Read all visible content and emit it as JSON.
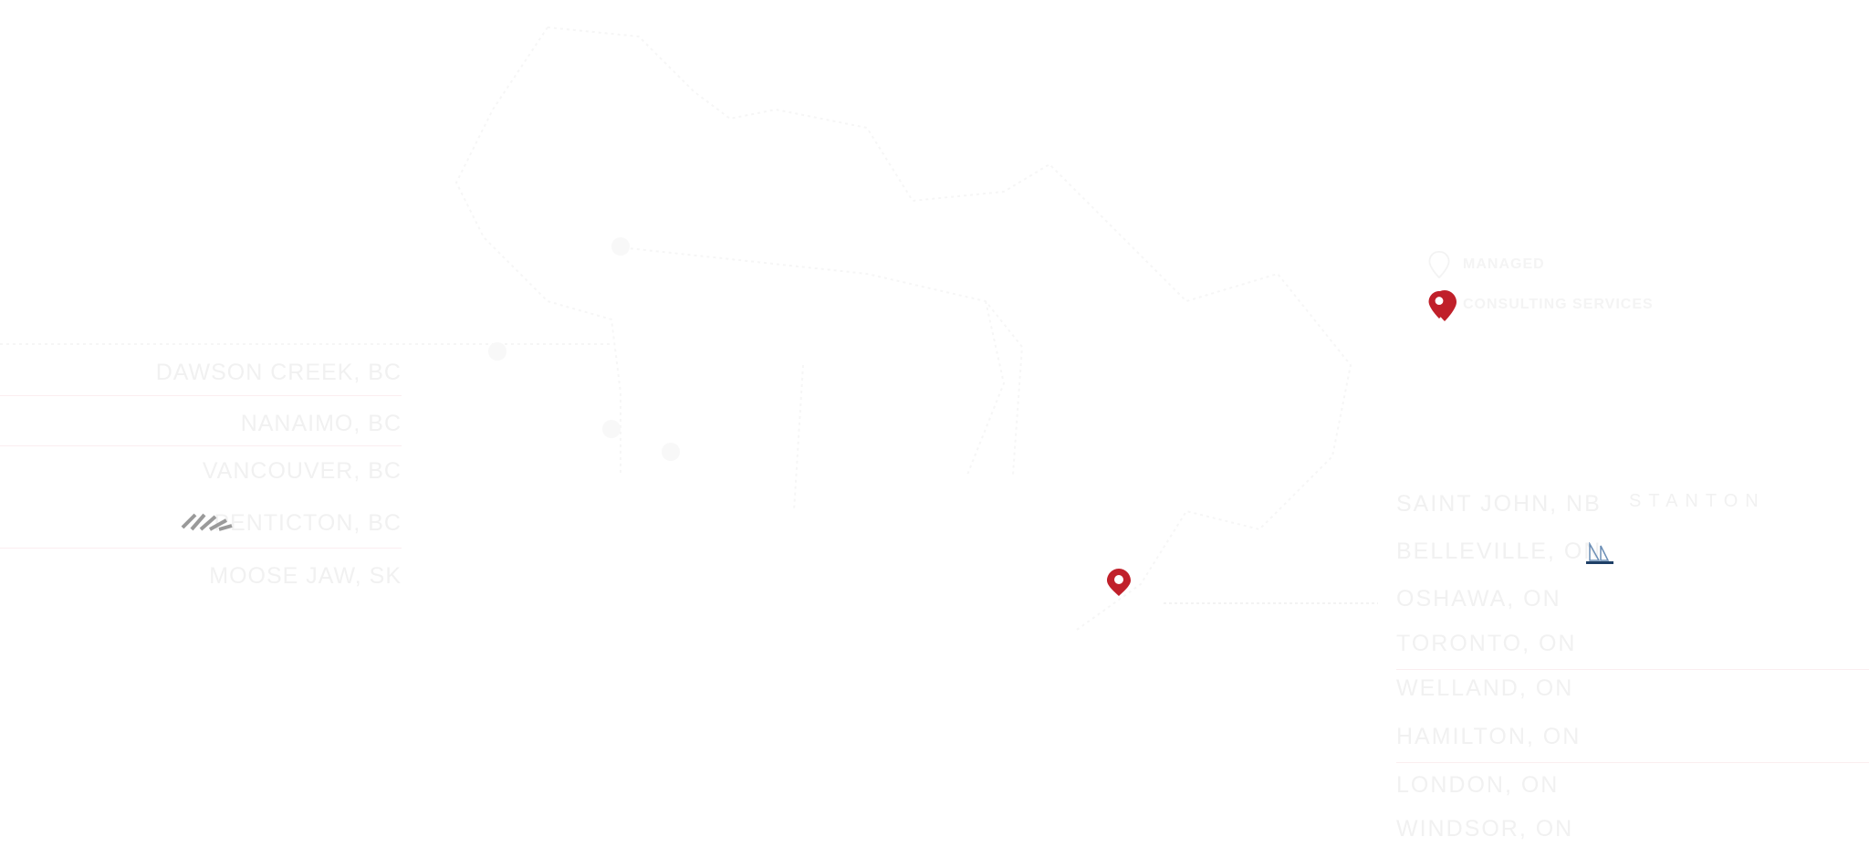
{
  "legend": {
    "items": [
      {
        "label": "MANAGED",
        "icon": "map-pin-outline-icon"
      },
      {
        "label": "CONSULTING SERVICES",
        "icon": "map-pin-icon",
        "color": "#c0202a"
      }
    ]
  },
  "left_locations": [
    {
      "city": "DAWSON CREEK, BC"
    },
    {
      "city": "NANAIMO, BC"
    },
    {
      "city": "VANCOUVER, BC"
    },
    {
      "city": "PENTICTON, BC"
    },
    {
      "city": "MOOSE JAW, SK"
    }
  ],
  "right_locations": [
    {
      "city": "SAINT JOHN, NB",
      "logo_text": "STANTON"
    },
    {
      "city": "BELLEVILLE, ON"
    },
    {
      "city": "OSHAWA, ON"
    },
    {
      "city": "TORONTO, ON"
    },
    {
      "city": "WELLAND, ON"
    },
    {
      "city": "HAMILTON, ON"
    },
    {
      "city": "LONDON, ON"
    },
    {
      "city": "WINDSOR, ON"
    }
  ],
  "colors": {
    "pin": "#c0202a",
    "divider": "#fbeef0",
    "text": "#f1f1f1",
    "sailboat": "#1e3f66"
  }
}
